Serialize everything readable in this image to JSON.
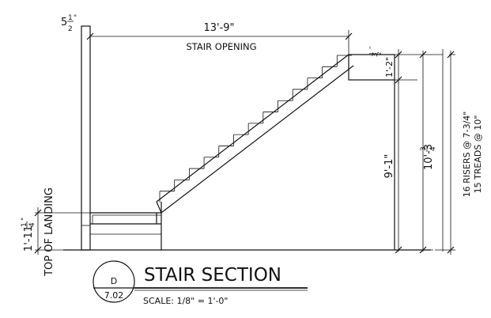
{
  "drawing": {
    "opening_width": "13'-9\"",
    "opening_label": "STAIR OPENING",
    "wall_thickness_whole": "5",
    "wall_thickness_num": "1",
    "wall_thickness_den": "2",
    "wall_thickness_inch": "\"",
    "top_small_whole": "3",
    "top_small_num": "1",
    "top_small_den": "2",
    "top_small_inch": "\"",
    "floor_depth": "1'-2\"",
    "clear_height": "9'-1\"",
    "total_rise_whole": "10'-3",
    "total_rise_num": "3",
    "total_rise_den": "4",
    "risers_label": "16 RISERS @ 7-3/4\"",
    "treads_label": "15 TREADS @ 10\"",
    "landing_height_whole": "1'-11",
    "landing_height_num": "1",
    "landing_height_den": "4",
    "landing_height_inch": "\"",
    "landing_label": "TOP OF LANDING"
  },
  "title_block": {
    "detail_letter": "D",
    "sheet_number": "7.02",
    "title": "STAIR SECTION",
    "scale": "SCALE: 1/8\" = 1'-0\""
  }
}
